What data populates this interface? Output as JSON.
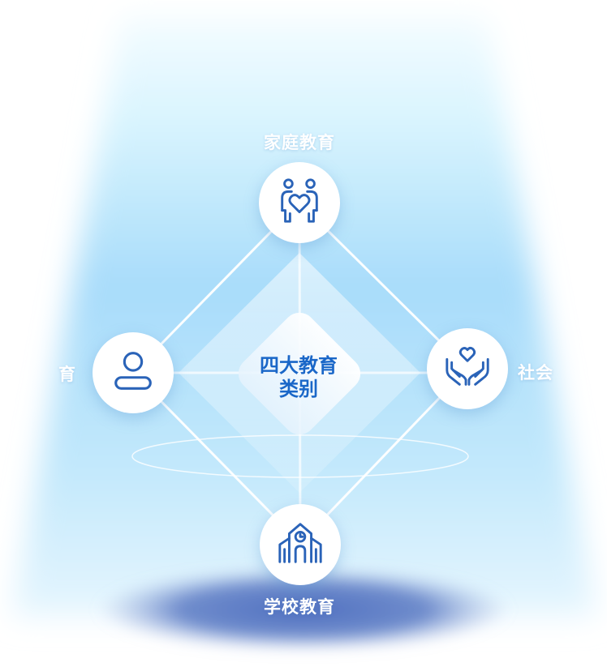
{
  "center": {
    "line1": "四大教育",
    "line2": "类别"
  },
  "nodes": {
    "top": {
      "label": "家庭教育",
      "icon": "family-heart-icon"
    },
    "left": {
      "label": "育",
      "icon": "person-icon"
    },
    "right": {
      "label": "社会",
      "icon": "hands-heart-icon"
    },
    "bottom": {
      "label": "学校教育",
      "icon": "school-building-icon"
    }
  },
  "colors": {
    "accent": "#1a67c8",
    "icon_stroke": "#2a63b8",
    "beam_light": "#dff5fe",
    "beam_mid": "#a6dafa",
    "base_ellipse": "#5c7cc6"
  }
}
